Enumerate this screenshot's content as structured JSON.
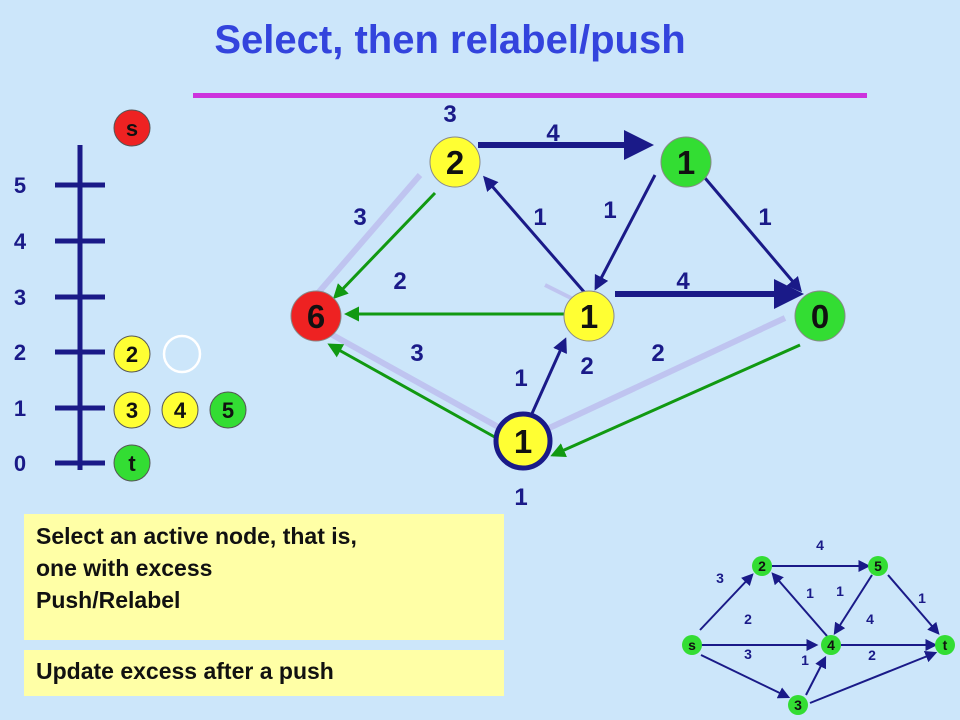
{
  "title": "Select, then relabel/push",
  "ladder": {
    "levels": [
      "5",
      "4",
      "3",
      "2",
      "1",
      "0"
    ],
    "source_label": "s",
    "sink_label": "t",
    "level2_nodes": [
      "2"
    ],
    "level1_nodes": [
      "3",
      "4",
      "5"
    ]
  },
  "graph": {
    "nodes": {
      "n2": {
        "label": "2",
        "excess": "3",
        "color": "#ffff33"
      },
      "n5": {
        "label": "1",
        "color": "#33dd33"
      },
      "s": {
        "label": "6",
        "color": "#ee2222"
      },
      "n4": {
        "label": "1",
        "color": "#ffff33"
      },
      "t": {
        "label": "0",
        "color": "#33dd33"
      },
      "n3": {
        "label": "1",
        "excess": "1",
        "color": "#ffff33"
      }
    },
    "edge_labels": {
      "n2_n5": "4",
      "s_n2": "3",
      "n2_s": "2",
      "n4_n2": "1",
      "n5_n4": "1",
      "n5_t": "1",
      "n4_t": "4",
      "n4_s": "3",
      "n3_n4": "1",
      "n4_n3": "2",
      "n3_t": "2"
    },
    "colors": {
      "saturated": "#1a1a88",
      "residual": "#119911",
      "highlight": "#bbbbee"
    }
  },
  "text_box": {
    "line1": "Select an active node, that is,",
    "line2": "one with excess",
    "line3": "Push/Relabel",
    "note": "Update excess after a push"
  },
  "mini_graph": {
    "nodes": {
      "s": "s",
      "n2": "2",
      "n5": "5",
      "n4": "4",
      "t": "t",
      "n3": "3"
    },
    "edge_labels": {
      "n2_n5": "4",
      "s_n2": "3",
      "s_n4": "2",
      "n4_n2": "1",
      "n5_n4": "1",
      "n5_t": "1",
      "n4_t": "4",
      "s_n3": "3",
      "n3_n4": "1",
      "n3_t": "2"
    }
  }
}
